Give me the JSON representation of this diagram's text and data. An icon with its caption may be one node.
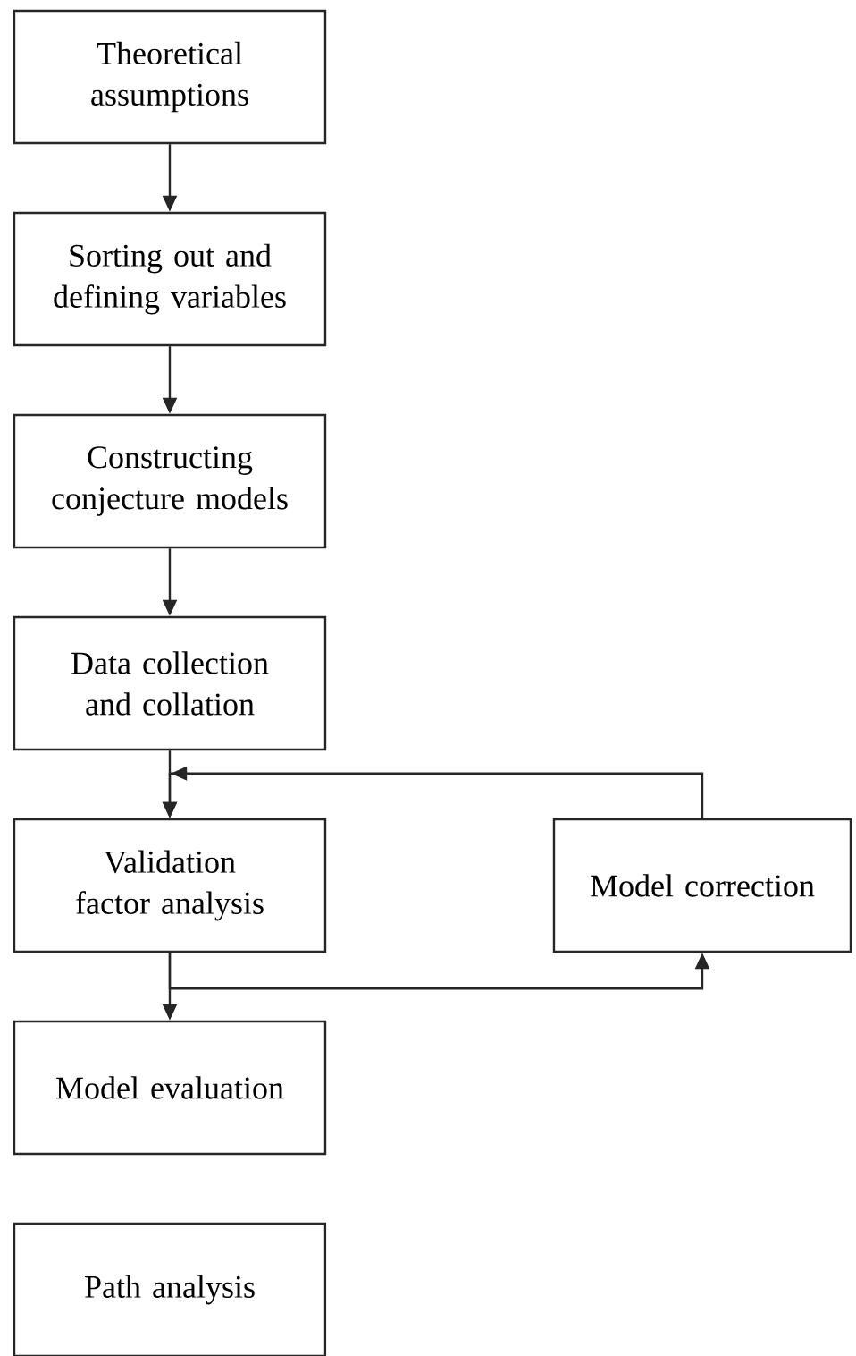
{
  "diagram": {
    "nodes": [
      {
        "text": [
          "Theoretical assumptions"
        ]
      },
      {
        "text": [
          "Sorting out and defining variables"
        ]
      },
      {
        "text": [
          "Constructing conjecture models"
        ]
      },
      {
        "text": [
          "Data collection and collation"
        ]
      },
      {
        "text": [
          "Validation factor analysis"
        ]
      },
      {
        "text": [
          "Model correction"
        ]
      },
      {
        "text": [
          "Model evaluation"
        ]
      },
      {
        "text": [
          "Path analysis"
        ]
      }
    ],
    "edges": [
      {
        "from": 0,
        "to": 1,
        "arrow": "to"
      },
      {
        "from": 1,
        "to": 2,
        "arrow": "to"
      },
      {
        "from": 2,
        "to": 3,
        "arrow": "to"
      },
      {
        "from": 3,
        "to": 4,
        "arrow": "to"
      },
      {
        "from": 4,
        "to": 6,
        "arrow": "to"
      },
      {
        "from": 4,
        "to": 5,
        "arrow": "to"
      },
      {
        "from": 5,
        "to": 4,
        "arrow": "to"
      }
    ]
  }
}
